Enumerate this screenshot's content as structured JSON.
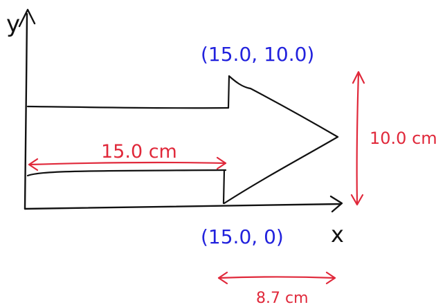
{
  "axes": {
    "x_label": "x",
    "y_label": "y"
  },
  "annotations": {
    "top_point": "(15.0, 10.0)",
    "bottom_point": "(15.0, 0)",
    "length_label": "15.0 cm",
    "height_label": "10.0 cm",
    "tip_label": "8.7 cm"
  },
  "colors": {
    "ink": "#111111",
    "point_labels": "#2222dd",
    "dimensions": "#e0283a"
  }
}
